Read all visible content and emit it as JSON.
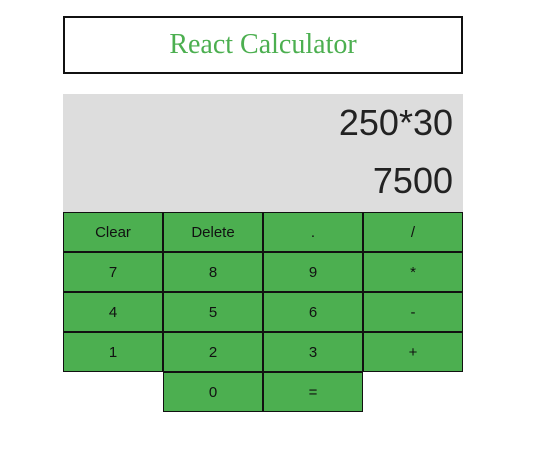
{
  "title": "React Calculator",
  "display": {
    "expression": "250*30",
    "result": "7500"
  },
  "keys": {
    "clear": "Clear",
    "delete": "Delete",
    "dot": ".",
    "divide": "/",
    "seven": "7",
    "eight": "8",
    "nine": "9",
    "multiply": "*",
    "four": "4",
    "five": "5",
    "six": "6",
    "minus": "-",
    "one": "1",
    "two": "2",
    "three": "3",
    "plus": "+",
    "zero": "0",
    "equals": "="
  },
  "colors": {
    "accent": "#4caf50",
    "display_bg": "#dddddd",
    "border": "#111111"
  }
}
